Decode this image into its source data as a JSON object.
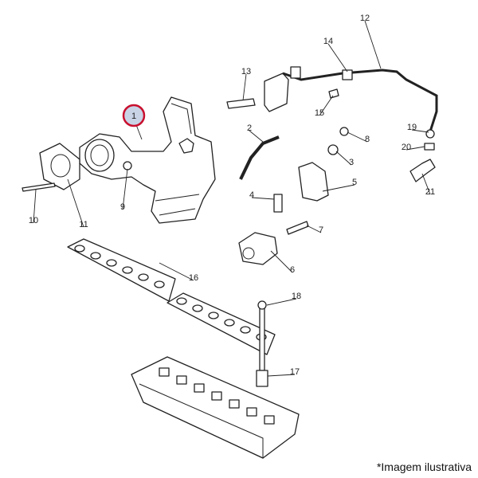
{
  "diagram": {
    "highlighted_callout": "1",
    "highlight_colors": {
      "ring": "#c8102e",
      "fill": "#c9d3e6"
    },
    "callouts": [
      "1",
      "2",
      "3",
      "4",
      "5",
      "6",
      "7",
      "8",
      "9",
      "10",
      "11",
      "12",
      "13",
      "14",
      "15",
      "16",
      "17",
      "18",
      "19",
      "20",
      "21"
    ]
  },
  "footer": {
    "note": "*Imagem ilustrativa"
  }
}
